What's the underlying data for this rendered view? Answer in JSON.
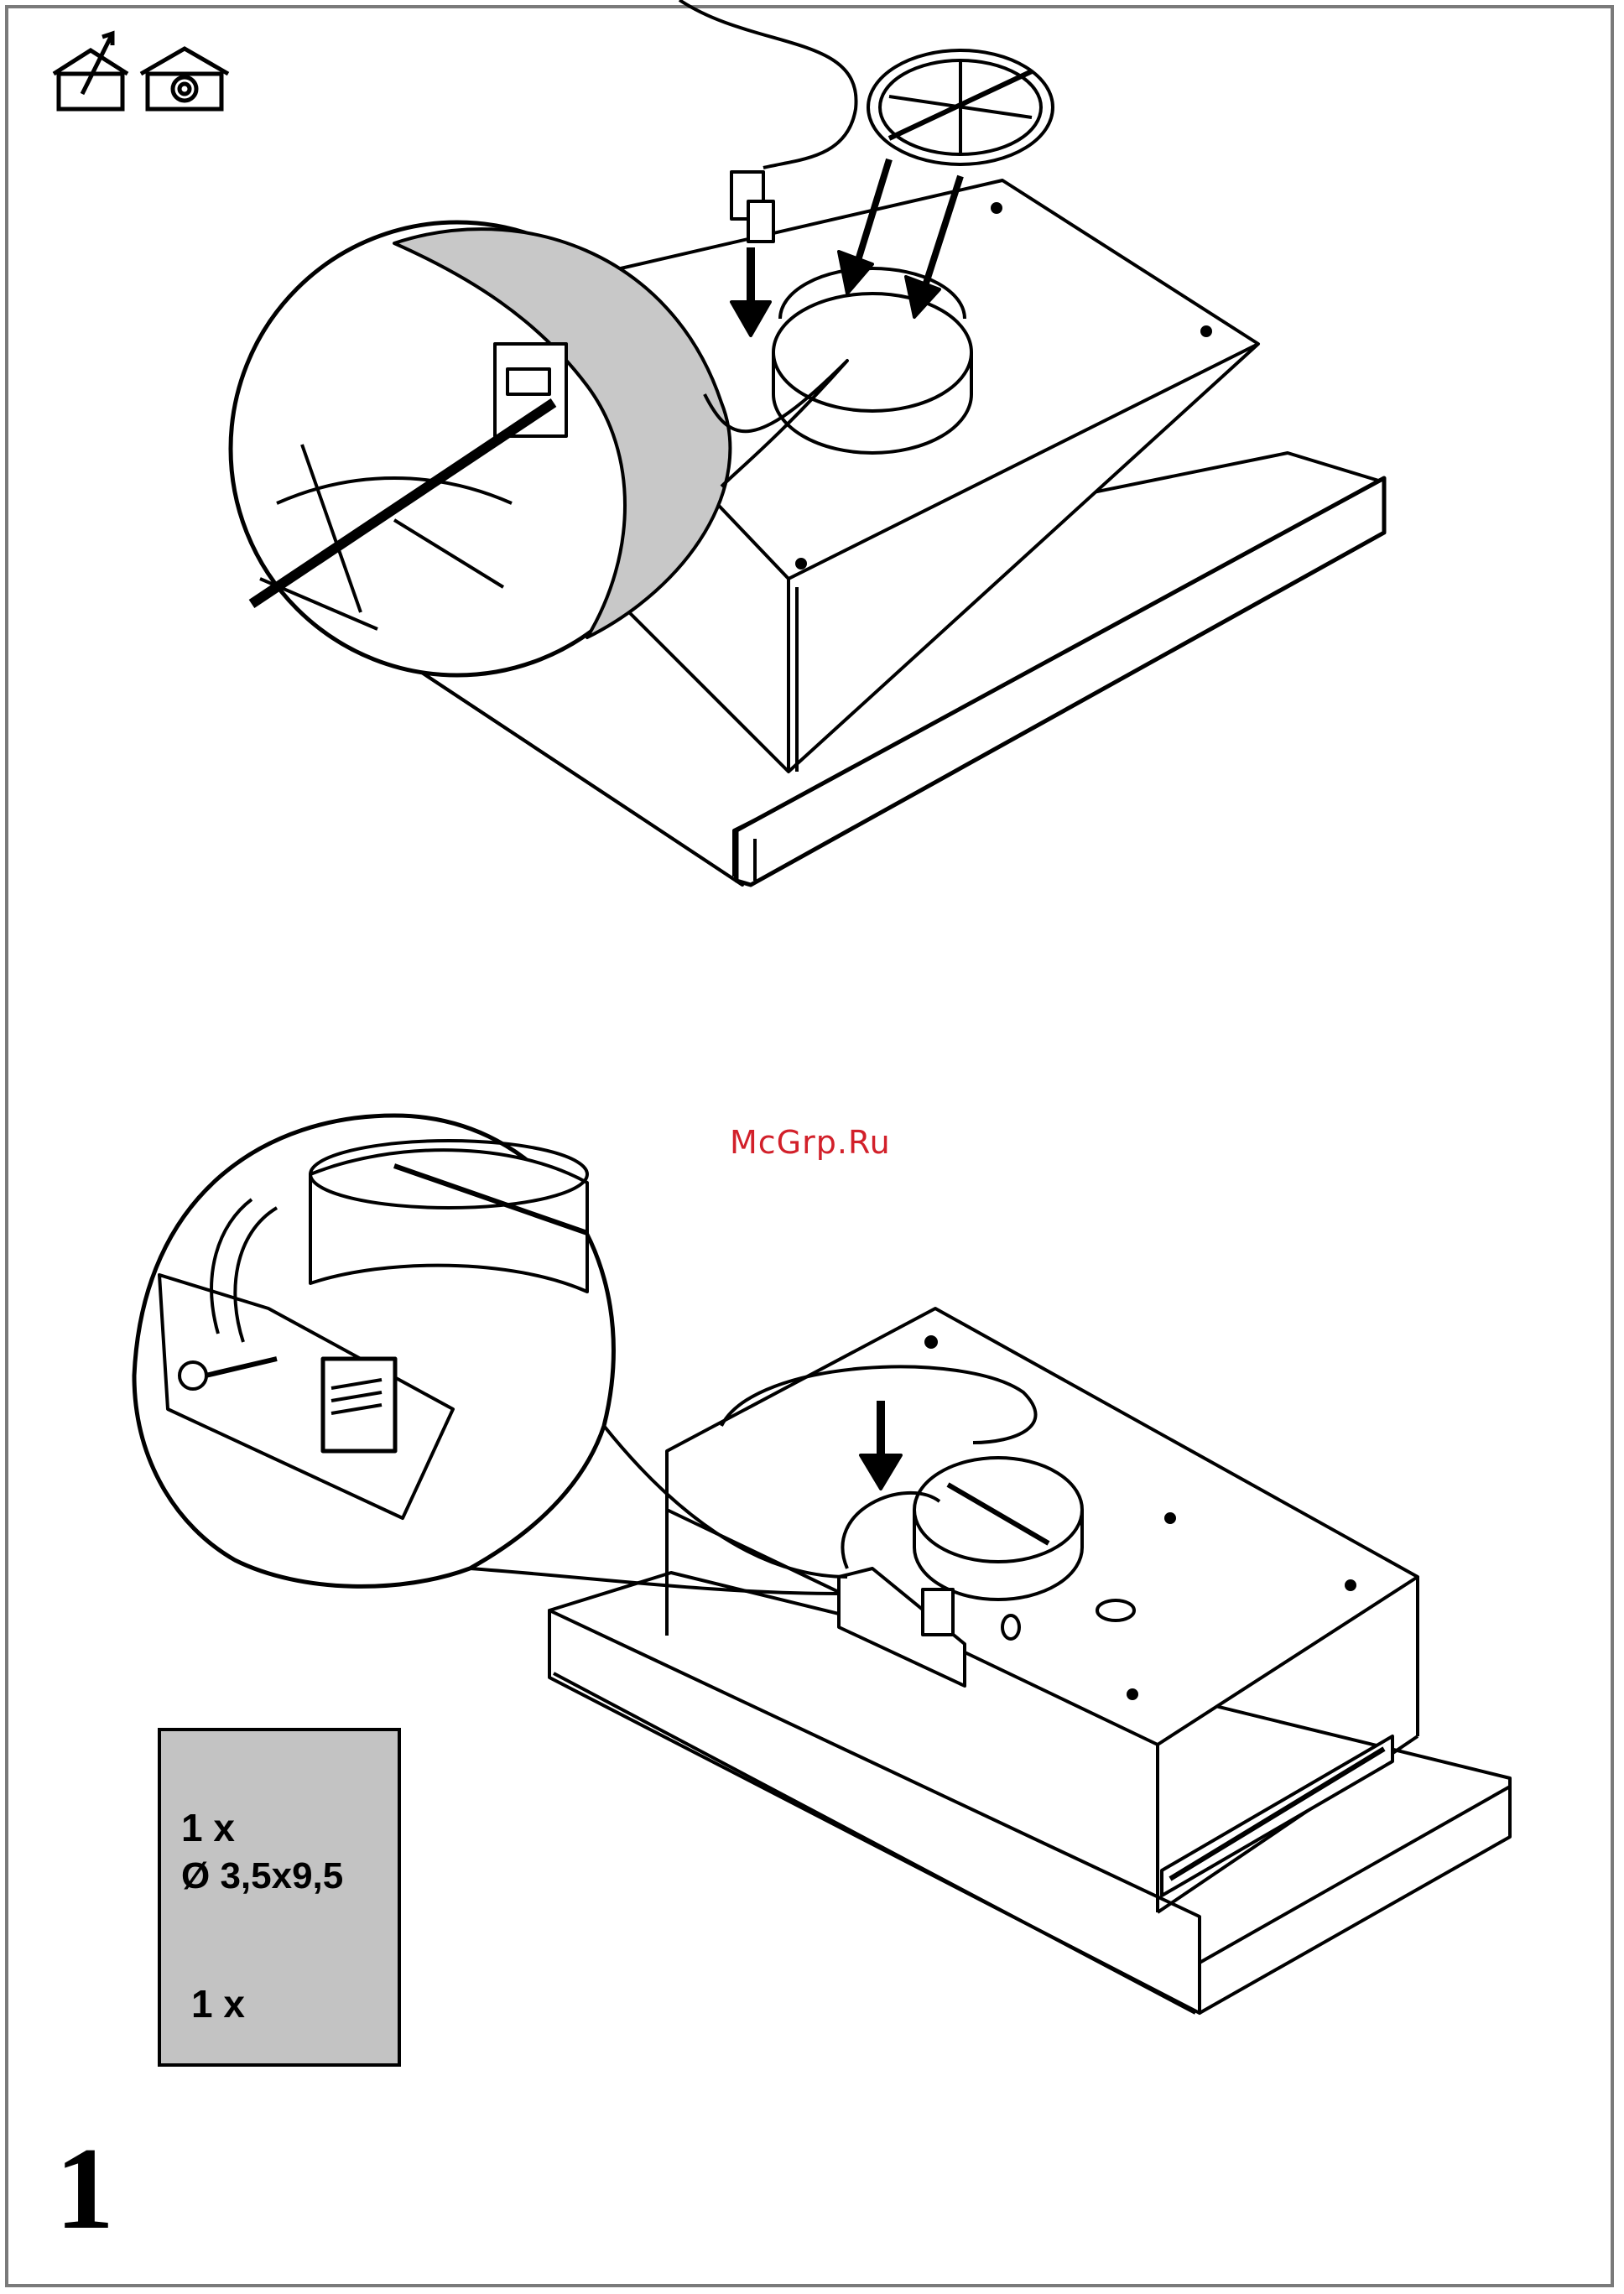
{
  "document": {
    "watermark": "McGrp.Ru",
    "step_number": "1"
  },
  "icons": {
    "top_left": [
      "house-duct-outlet-icon",
      "house-recirculation-icon"
    ]
  },
  "parts_box": {
    "screw": {
      "quantity": "1 x",
      "dimension": "Ø 3,5x9,5"
    },
    "clip": {
      "quantity": "1 x"
    }
  },
  "colors": {
    "parts_box_fill": "#c3c3c3",
    "watermark": "#d2202a",
    "line_art": "#000000"
  }
}
